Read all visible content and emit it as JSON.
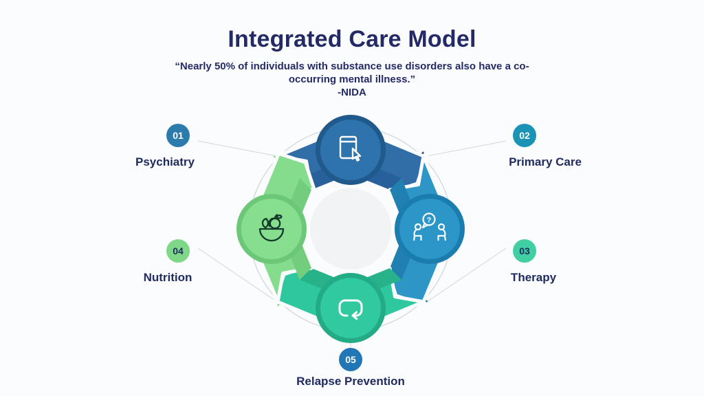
{
  "page": {
    "background": "#FBFCFD"
  },
  "header": {
    "title": "Integrated Care Model",
    "quote_lines": [
      "“Nearly 50% of individuals with substance use disorders also have a co-",
      "occurring mental illness.”"
    ],
    "attribution": "-NIDA",
    "text_color": "#232A66"
  },
  "items": [
    {
      "number": "01",
      "label": "Psychiatry",
      "badge_color": "#2B7CAD",
      "number_color": "#FFFFFF"
    },
    {
      "number": "02",
      "label": "Primary Care",
      "badge_color": "#1A93B5",
      "number_color": "#FFFFFF"
    },
    {
      "number": "03",
      "label": "Therapy",
      "badge_color": "#3FCFA2",
      "number_color": "#1F2A5E"
    },
    {
      "number": "04",
      "label": "Nutrition",
      "badge_color": "#7FD888",
      "number_color": "#1F2A5E"
    },
    {
      "number": "05",
      "label": "Relapse Prevention",
      "badge_color": "#2176B5",
      "number_color": "#FFFFFF"
    }
  ],
  "diagram": {
    "flow": "clockwise",
    "center_fill": "#F1F3F4",
    "outer_ring_stroke": "#D3D9DD",
    "separator_color": "#FBFCFD",
    "connector_color": "#D8DDE0",
    "question_glyph": "?",
    "icon_stroke_light": "#FFFFFF",
    "segments": {
      "top": {
        "icon": "tablet-cursor-icon",
        "band": "#316DA6",
        "band_dark": "#27609A",
        "node_ring": "#20598C",
        "node_fill": "#2E73AC"
      },
      "right": {
        "icon": "counseling-icon",
        "band": "#2E95C7",
        "band_dark": "#2080B2",
        "node_ring": "#1B7DAD",
        "node_fill": "#2C96C8"
      },
      "bottom": {
        "icon": "repeat-arrow-icon",
        "band": "#2FC89E",
        "band_dark": "#28B28A",
        "node_ring": "#22AB85",
        "node_fill": "#31C9A0"
      },
      "left": {
        "icon": "fruit-bowl-icon",
        "band": "#85DC8D",
        "band_dark": "#72CE7D",
        "node_ring": "#6CC878",
        "node_fill": "#87DE8F",
        "icon_stroke": "#12392B"
      }
    },
    "rotation_arrows": {
      "top_left": "#8BDE91",
      "top_right": "#1E3F6A",
      "bottom_right": "#2878B0",
      "bottom_left": "#7FD989"
    }
  }
}
